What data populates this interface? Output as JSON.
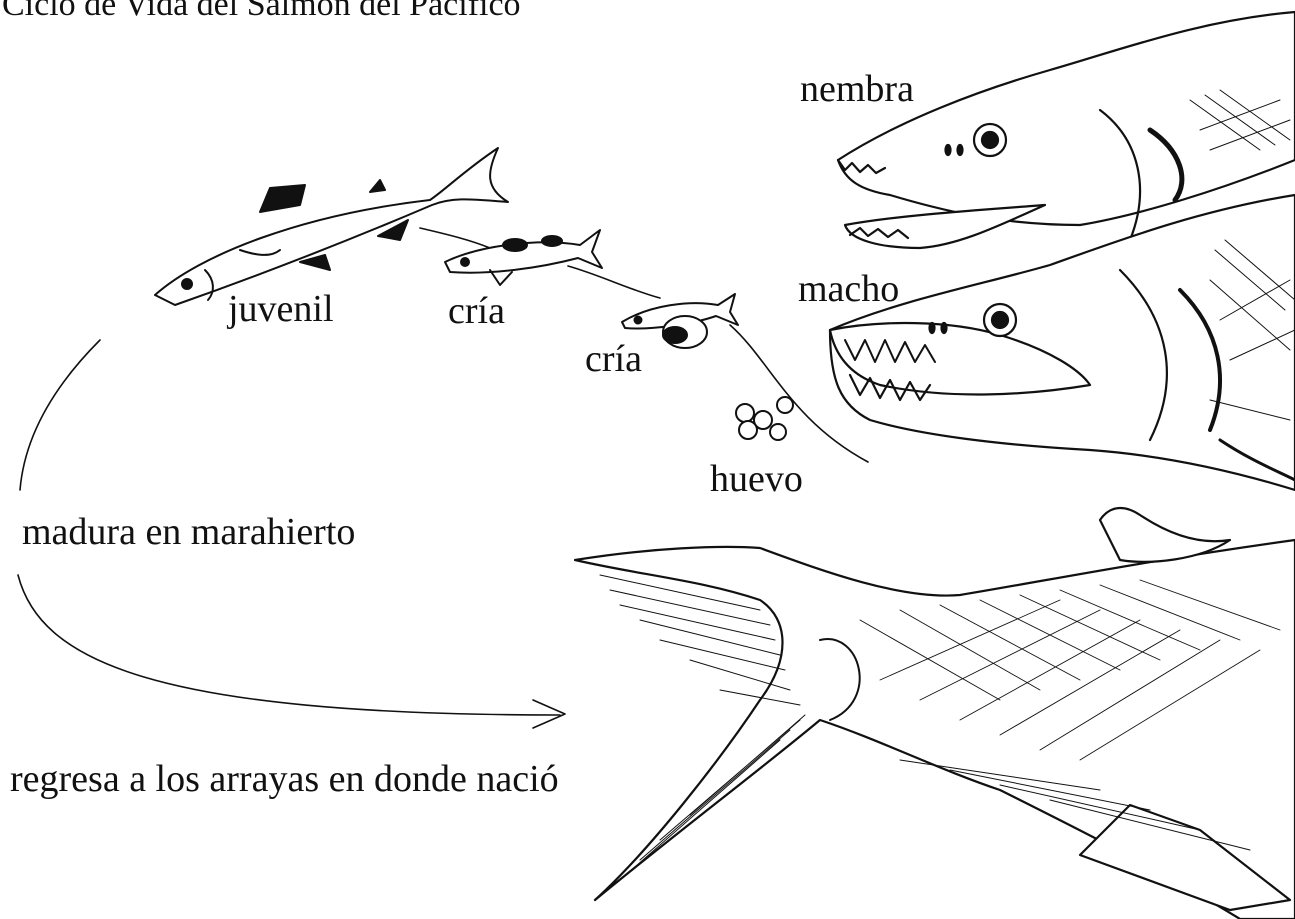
{
  "diagram": {
    "title": "Ciclo de Vida del Salmón del Pacífico",
    "labels": {
      "female": "nembra",
      "male": "macho",
      "juvenile": "juvenil",
      "fry_1": "cría",
      "fry_2": "cría",
      "egg": "huevo",
      "ocean": "madura en marahierto",
      "return": "regresa a los arrayas en donde nació"
    },
    "colors": {
      "ink": "#111111",
      "paper": "#ffffff"
    }
  }
}
